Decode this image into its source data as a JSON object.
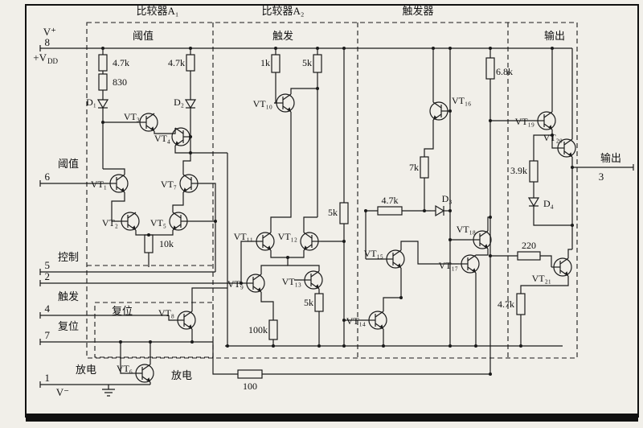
{
  "titles": {
    "comparator_a1": "比较器A₁",
    "comparator_a2": "比较器A₂",
    "flipflop": "触发器"
  },
  "section_labels": {
    "threshold": "阈值",
    "trigger": "触发",
    "output": "输出",
    "reset": "复位",
    "discharge": "放电"
  },
  "pins": {
    "v_plus": "V⁺",
    "pin8": "8",
    "vdd_prefix": "+V",
    "vdd_sub": "DD",
    "threshold": "阈值",
    "pin6": "6",
    "control": "控制",
    "pin5": "5",
    "pin2": "2",
    "trigger": "触发",
    "pin4": "4",
    "reset": "复位",
    "pin7": "7",
    "discharge": "放电",
    "pin1": "1",
    "v_minus": "V⁻",
    "output": "输出",
    "pin3": "3"
  },
  "resistors": {
    "r1": "4.7k",
    "r2": "830",
    "r3": "4.7k",
    "r4": "1k",
    "r5": "5k",
    "r6": "5k",
    "r7": "5k",
    "r8": "10k",
    "r9": "100k",
    "r10": "100",
    "r11": "7k",
    "r12": "4.7k",
    "r13": "6.8k",
    "r14": "3.9k",
    "r15": "220",
    "r16": "4.7k"
  },
  "transistors": {
    "vt1": "VT₁",
    "vt2": "VT₂",
    "vt3": "VT₃",
    "vt4": "VT₄",
    "vt5": "VT₅",
    "vt6": "VT₆",
    "vt7": "VT₇",
    "vt8": "VT₈",
    "vt9": "VT₉",
    "vt10": "VT₁₀",
    "vt11": "VT₁₁",
    "vt12": "VT₁₂",
    "vt13": "VT₁₃",
    "vt14": "VT₁₄",
    "vt15": "VT₁₅",
    "vt16": "VT₁₆",
    "vt17": "VT₁₇",
    "vt18": "VT₁₈",
    "vt19": "VT₁₉",
    "vt20": "VT₂₀",
    "vt21": "VT₂₁"
  },
  "diodes": {
    "d1": "D₁",
    "d2": "D₂",
    "d3": "D₃",
    "d4": "D₄"
  }
}
